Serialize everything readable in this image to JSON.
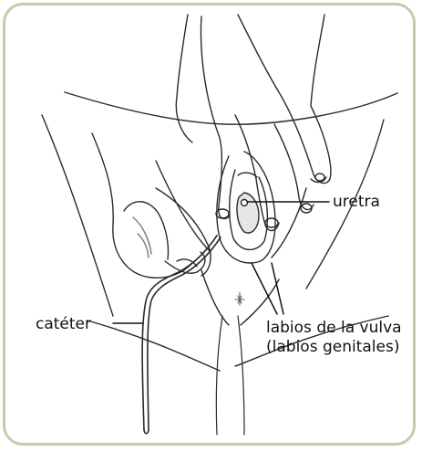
{
  "colors": {
    "frame_border": "#c6cca7",
    "line": "#2a2a2a",
    "shade": "#8a8a8a"
  },
  "labels": {
    "urethra": "uretra",
    "catheter": "catéter",
    "labia_line1": "labios de la vulva",
    "labia_line2": "(labios genitales)"
  }
}
